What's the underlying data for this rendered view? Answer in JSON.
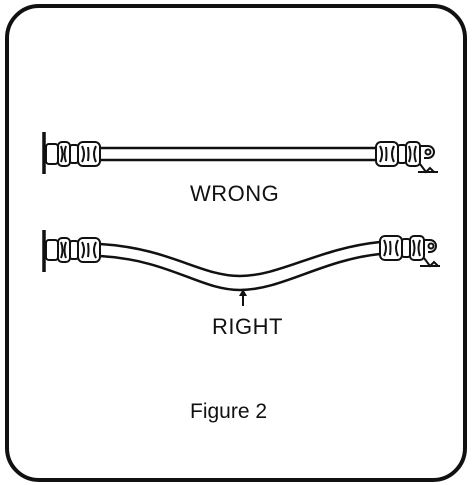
{
  "labels": {
    "wrong": "WRONG",
    "right": "RIGHT",
    "caption": "Figure 2"
  },
  "colors": {
    "ink": "#111111",
    "paper": "#ffffff"
  }
}
